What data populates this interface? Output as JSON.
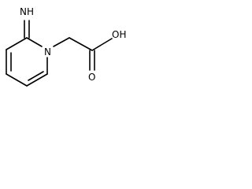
{
  "molecule": {
    "atoms": {
      "imine_nitrogen": "NH",
      "ring_nitrogen": "N",
      "carbonyl_oxygen": "O",
      "hydroxyl_group": "OH"
    }
  }
}
